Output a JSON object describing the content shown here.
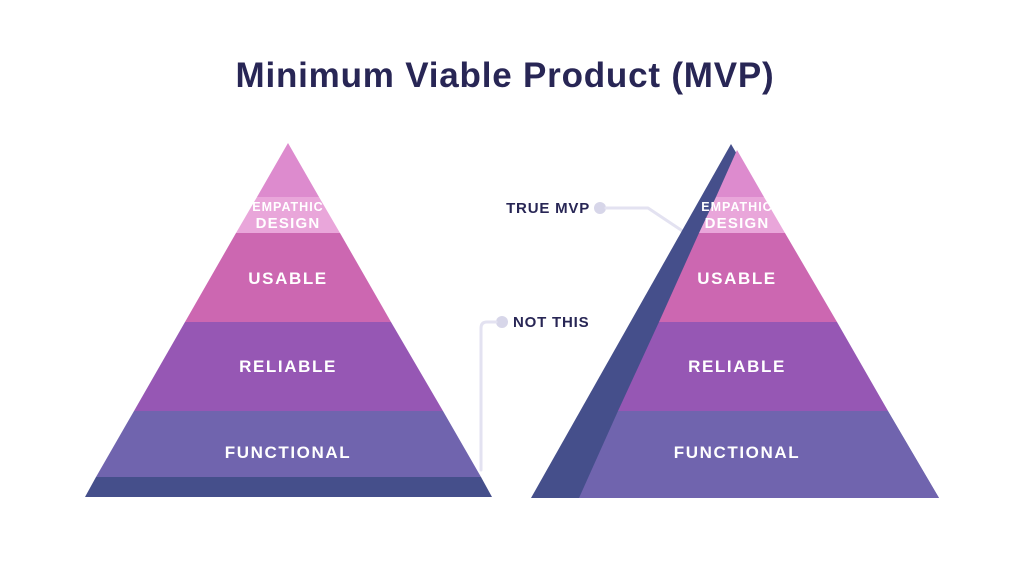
{
  "title": {
    "text": "Minimum Viable Product (MVP)",
    "color": "#282655"
  },
  "pyramid": {
    "levels": [
      {
        "name": "empathic-design",
        "line1": "EMPATHIC",
        "line2": "DESIGN"
      },
      {
        "name": "usable",
        "label": "USABLE"
      },
      {
        "name": "reliable",
        "label": "RELIABLE"
      },
      {
        "name": "functional",
        "label": "FUNCTIONAL"
      }
    ]
  },
  "annotations": {
    "true_mvp": "TRUE MVP",
    "not_this": "NOT THIS"
  },
  "colors": {
    "apex_pink": "#dd8bce",
    "design_band": "#e9a6da",
    "usable_band": "#cc67b1",
    "reliable_band": "#9657b4",
    "functional_band": "#7064ae",
    "mvp_slice_navy": "#454f8b",
    "connector_line": "#e3e2f1",
    "connector_dot": "#d7d6e9",
    "label_text": "#282655",
    "band_text": "#ffffff"
  }
}
